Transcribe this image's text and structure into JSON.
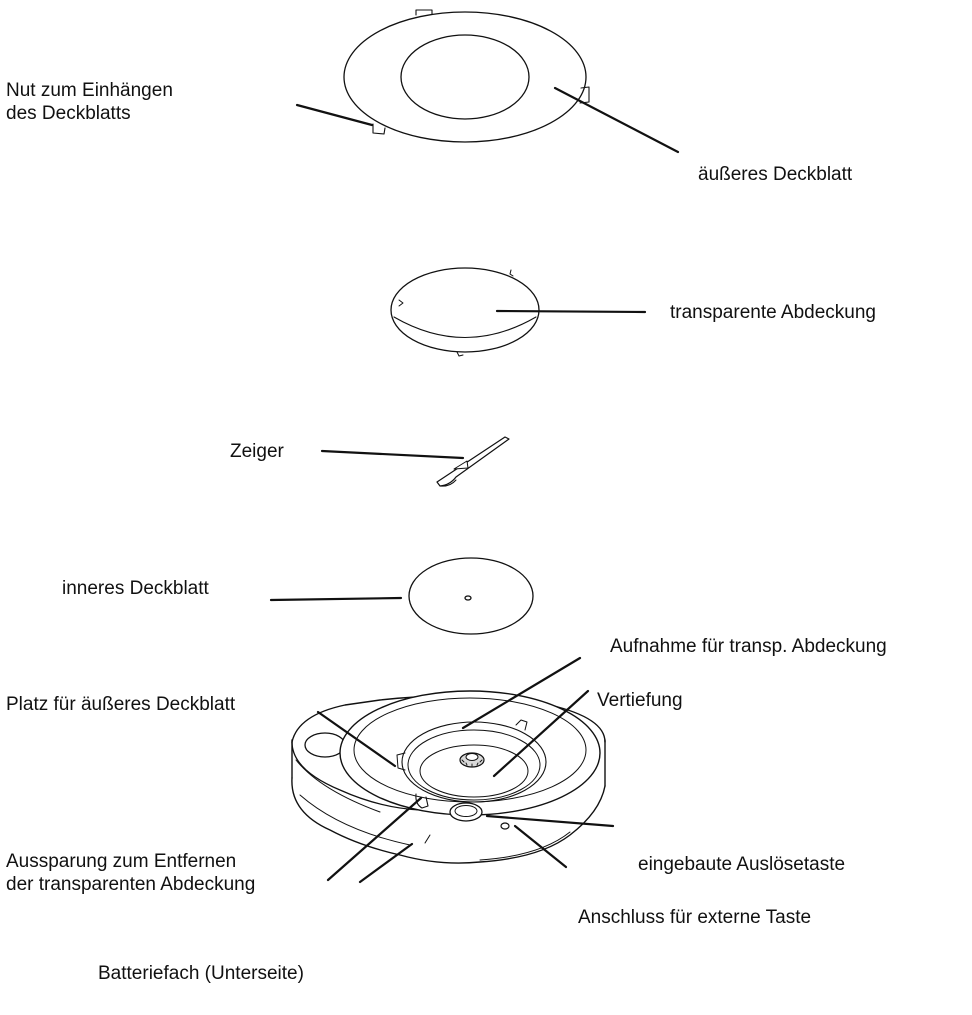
{
  "labels": {
    "groove": [
      "Nut zum Einhängen",
      "des Deckblatts"
    ],
    "outer_cover": "äußeres Deckblatt",
    "transparent_cover": "transparente Abdeckung",
    "pointer": "Zeiger",
    "inner_cover": "inneres Deckblatt",
    "transp_holder": "Aufnahme für transp. Abdeckung",
    "recess": "Vertiefung",
    "outer_cover_place": "Platz für äußeres Deckblatt",
    "removal_cutout": [
      "Aussparung zum Entfernen",
      "der transparenten Abdeckung"
    ],
    "builtin_button": "eingebaute Auslösetaste",
    "external_port": "Anschluss für externe Taste",
    "battery": "Batteriefach (Unterseite)"
  },
  "colors": {
    "stroke": "#111111",
    "fill": "#ffffff",
    "shade": "#d9d9d9"
  }
}
